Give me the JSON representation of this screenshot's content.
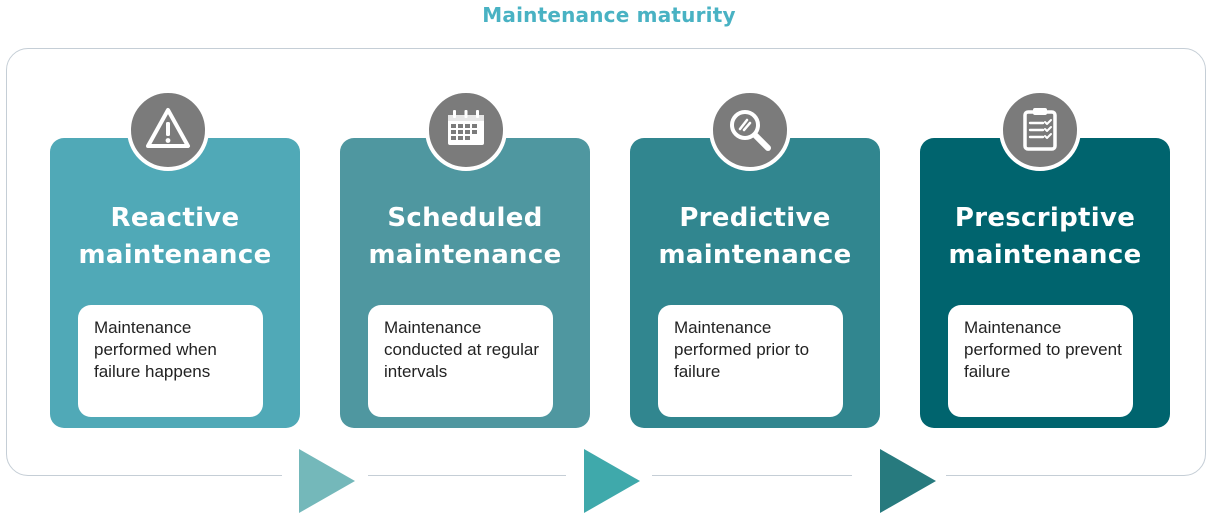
{
  "title": "Maintenance maturity",
  "stages": [
    {
      "title_line1": "Reactive",
      "title_line2": "maintenance",
      "description": "Maintenance performed when failure happens",
      "icon": "warning-triangle-icon",
      "color": "#50a9b7"
    },
    {
      "title_line1": "Scheduled",
      "title_line2": "maintenance",
      "description": "Maintenance conducted at regular intervals",
      "icon": "calendar-icon",
      "color": "#4f97a0"
    },
    {
      "title_line1": "Predictive",
      "title_line2": "maintenance",
      "description": "Maintenance performed prior to failure",
      "icon": "magnifier-icon",
      "color": "#31868f"
    },
    {
      "title_line1": "Prescriptive",
      "title_line2": "maintenance",
      "description": "Maintenance performed to prevent failure",
      "icon": "clipboard-checklist-icon",
      "color": "#00646e"
    }
  ],
  "arrow_colors": [
    "#74b8ba",
    "#3fa9ab",
    "#277a7e"
  ],
  "frame_color": "#c5ced6",
  "badge_color": "#7b7b7b"
}
